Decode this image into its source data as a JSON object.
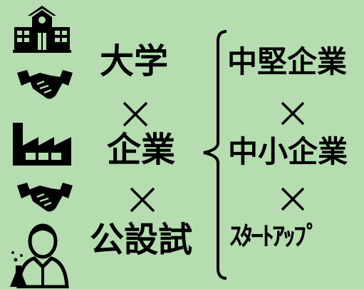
{
  "left_column": {
    "item1": "大学",
    "op1": "×",
    "item2": "企業",
    "op2": "×",
    "item3": "公設試"
  },
  "right_column": {
    "item1": "中堅企業",
    "op1": "×",
    "item2": "中小企業",
    "op2": "×",
    "item3": "ｽﾀｰﾄｱｯﾌﾟ"
  },
  "icons": [
    "school-icon",
    "handshake-icon",
    "factory-icon",
    "handshake-icon",
    "scientist-icon"
  ],
  "colors": {
    "background": "#b5ddb0",
    "foreground": "#000000"
  }
}
